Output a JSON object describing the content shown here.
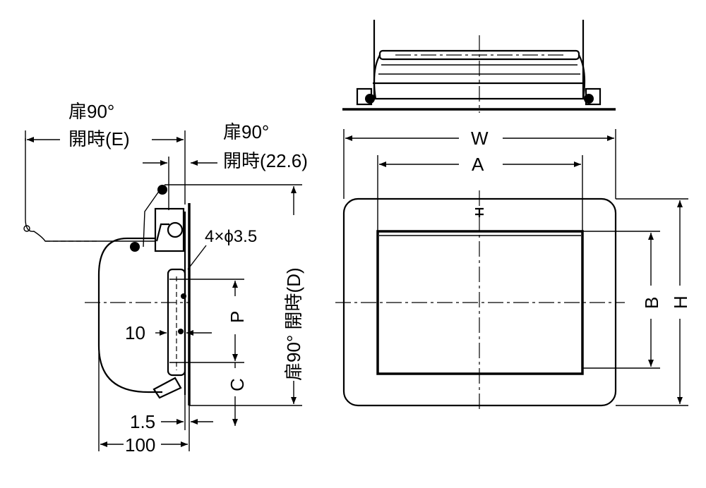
{
  "labels": {
    "side_open_e_line1": "扉90°",
    "side_open_e_line2": "開時(E)",
    "side_open_226_line1": "扉90°",
    "side_open_226_line2": "開時(22.6)",
    "hole_spec": "4×ϕ3.5",
    "dim_d": "扉90° 開時(D)",
    "dim_p": "P",
    "dim_c": "C",
    "dim_10": "10",
    "dim_15": "1.5",
    "dim_100": "100",
    "dim_w": "W",
    "dim_a": "A",
    "dim_b": "B",
    "dim_h": "H"
  }
}
